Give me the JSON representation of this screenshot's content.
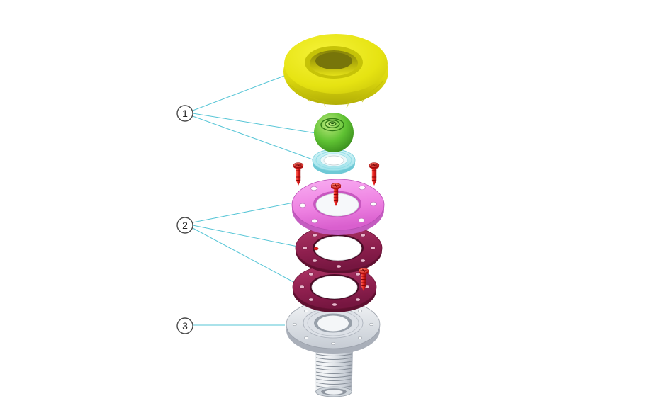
{
  "figure": {
    "kind": "exploded-parts-diagram",
    "callouts": [
      {
        "label": "1",
        "points_to": [
          "cover-cap",
          "eyeball-nozzle",
          "locking-ring"
        ]
      },
      {
        "label": "2",
        "points_to": [
          "front-flange",
          "upper-gasket",
          "lower-gasket"
        ]
      },
      {
        "label": "3",
        "points_to": [
          "wall-fitting-body"
        ]
      }
    ],
    "colors": {
      "callout-line": "#56c5d6",
      "callout-circle-border": "#4a4a4a",
      "cap-yellow": "#e4e112",
      "ball-green": "#5fc233",
      "ring-cyan": "#b9edf3",
      "screw-red": "#e31b1b",
      "flange-pink": "#ee82e2",
      "gasket-maroon": "#8e1f4e",
      "body-gray": "#d9dde3",
      "background": "#ffffff"
    }
  }
}
